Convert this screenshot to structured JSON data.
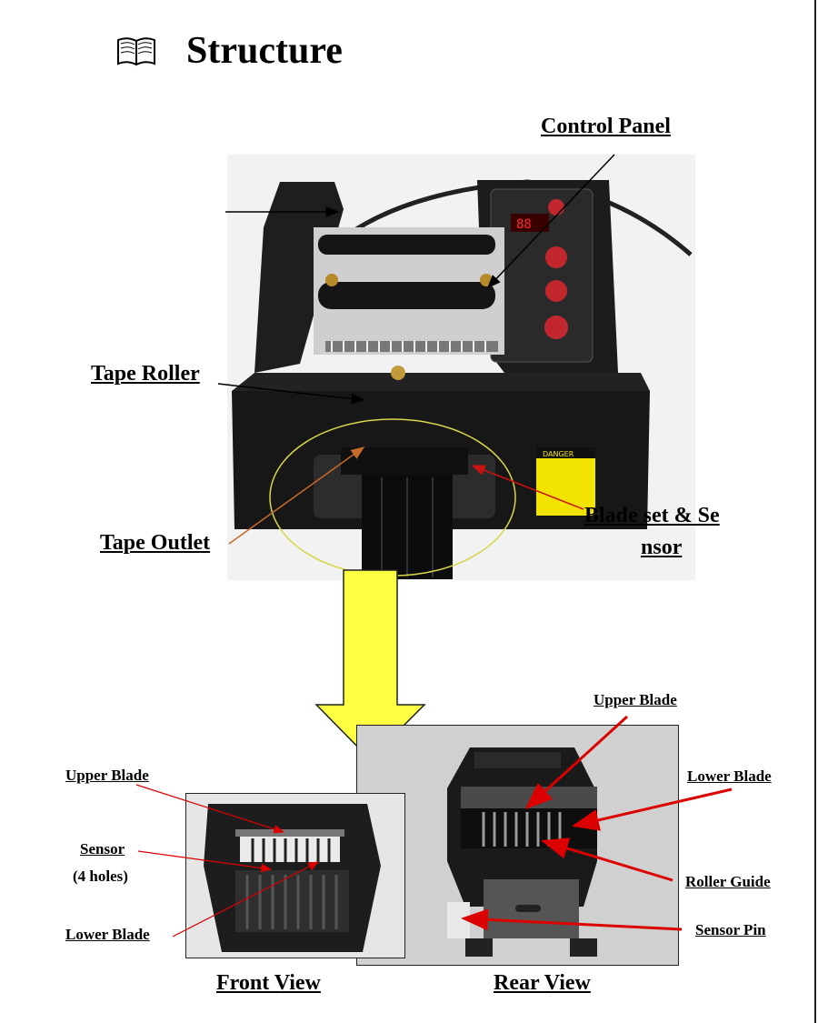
{
  "page": {
    "heading": "Structure",
    "heading_icon": "book-icon"
  },
  "main_photo": {
    "labels": {
      "control_panel": "Control Panel",
      "tape_roller": "Tape Roller",
      "tape_outlet": "Tape Outlet",
      "blade_sensor_line1": "Blade set & Se",
      "blade_sensor_line2": "nsor"
    },
    "warning_label": "DANGER"
  },
  "front_view": {
    "caption": "Front View",
    "labels": {
      "upper_blade": "Upper Blade",
      "sensor": "Sensor",
      "sensor_note": "(4 holes)",
      "lower_blade": "Lower Blade"
    }
  },
  "rear_view": {
    "caption": "Rear View",
    "labels": {
      "upper_blade": "Upper Blade",
      "lower_blade": "Lower Blade",
      "roller_guide": "Roller Guide",
      "sensor_pin": "Sensor Pin"
    }
  },
  "colors": {
    "arrow_fill": "#ffff44",
    "callout_red": "#dd0000",
    "machine_body": "#1b1b1b",
    "warning_yellow": "#f2e300"
  }
}
